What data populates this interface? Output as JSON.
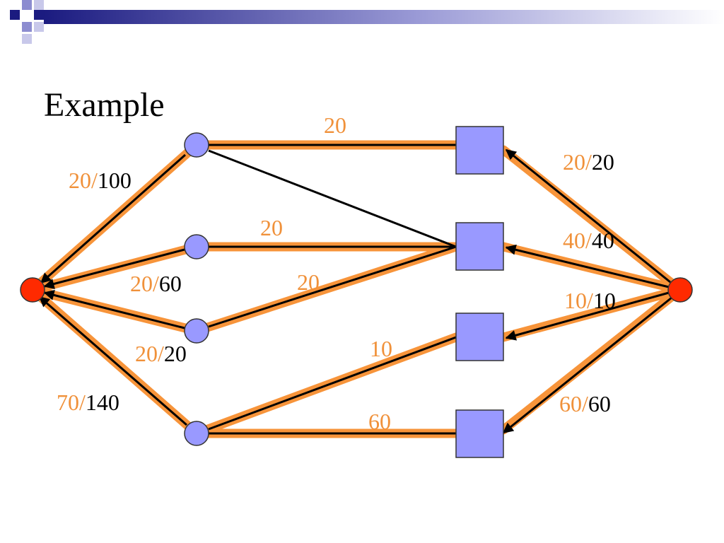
{
  "title": "Example",
  "colors": {
    "flow_highlight": "#f7943a",
    "flow_value_text": "#f0913a",
    "capacity_text": "#000000",
    "node_fill": "#9999ff",
    "terminal_fill": "#ff2a00",
    "banner_dark": "#1b1b80",
    "banner_light": "#8c8cd0"
  },
  "edge_labels": [
    {
      "id": "s-n1",
      "flow": "20",
      "capacity": "100"
    },
    {
      "id": "s-n2",
      "flow": "20",
      "capacity": "60"
    },
    {
      "id": "s-n3",
      "flow": "20",
      "capacity": "20"
    },
    {
      "id": "s-n4",
      "flow": "70",
      "capacity": "140"
    },
    {
      "id": "n1-m1",
      "flow": "20"
    },
    {
      "id": "n2-m2",
      "flow": "20"
    },
    {
      "id": "n3-m2",
      "flow": "20"
    },
    {
      "id": "n4-m3",
      "flow": "10"
    },
    {
      "id": "n4-m4",
      "flow": "60"
    },
    {
      "id": "m1-t",
      "flow": "20",
      "capacity": "20"
    },
    {
      "id": "m2-t",
      "flow": "40",
      "capacity": "40"
    },
    {
      "id": "m3-t",
      "flow": "10",
      "capacity": "10"
    },
    {
      "id": "m4-t",
      "flow": "60",
      "capacity": "60"
    }
  ]
}
